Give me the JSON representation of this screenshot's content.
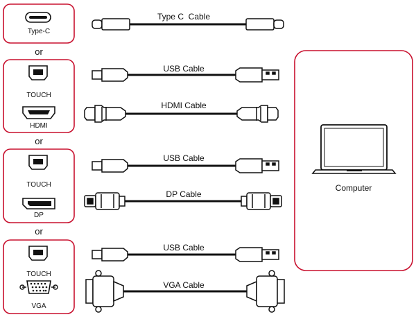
{
  "groups": [
    {
      "ports": [
        "Type-C"
      ]
    },
    {
      "ports": [
        "TOUCH",
        "HDMI"
      ]
    },
    {
      "ports": [
        "TOUCH",
        "DP"
      ]
    },
    {
      "ports": [
        "TOUCH",
        "VGA"
      ]
    }
  ],
  "separators": [
    "or",
    "or",
    "or"
  ],
  "cables": [
    "Type C  Cable",
    "USB Cable",
    "HDMI Cable",
    "USB Cable",
    "DP Cable",
    "USB Cable",
    "VGA Cable"
  ],
  "computer": {
    "label": "Computer"
  },
  "colors": {
    "accent": "#c8102e",
    "line": "#111111"
  }
}
